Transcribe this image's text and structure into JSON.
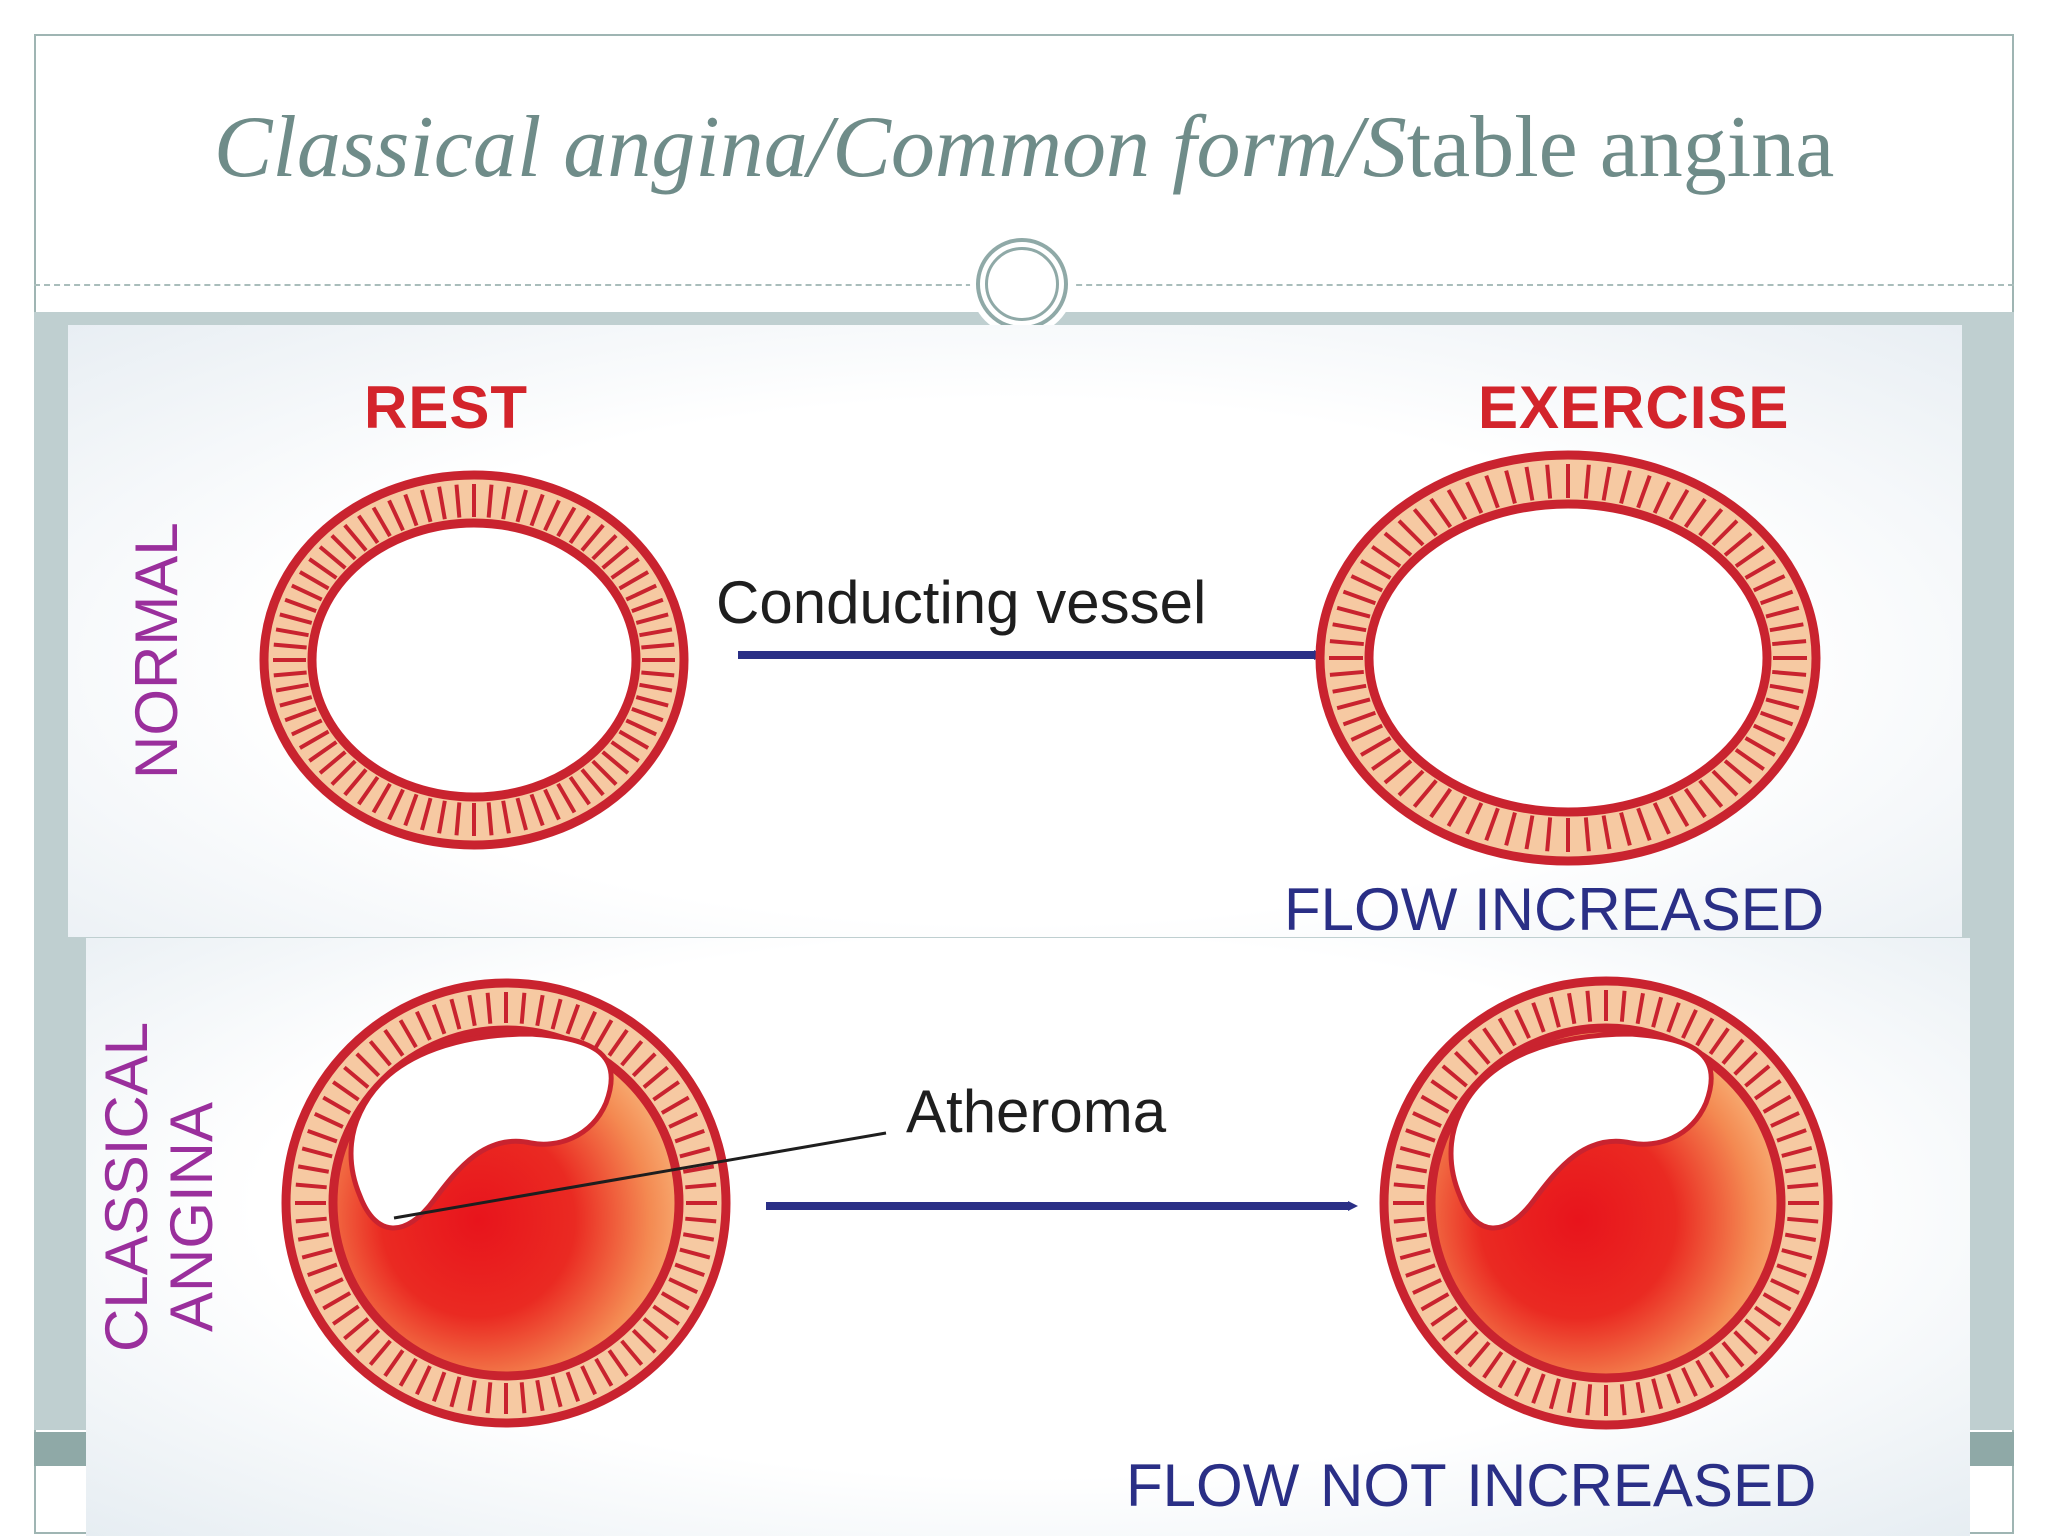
{
  "slide": {
    "title_italic": "Classical angina/Common form/S",
    "title_regular": "table angina"
  },
  "top_panel": {
    "col_rest": "REST",
    "col_exercise": "EXERCISE",
    "row_label": "NORMAL",
    "arrow_label": "Conducting vessel",
    "flow_result": "FLOW INCREASED"
  },
  "bottom_panel": {
    "row_label_line1": "CLASSICAL",
    "row_label_line2": "ANGINA",
    "plaque_label": "Atheroma",
    "flow_result": "FLOW  NOT INCREASED"
  },
  "colors": {
    "title": "#6f8c89",
    "vessel_wall": "#c9232f",
    "wall_rays_light": "#f6c9a2",
    "atheroma_core": "#e8141c",
    "atheroma_edge": "#f7a866",
    "arrow": "#2a2f86",
    "row_label": "#9a2f9c",
    "column_heading": "#d3242b"
  }
}
